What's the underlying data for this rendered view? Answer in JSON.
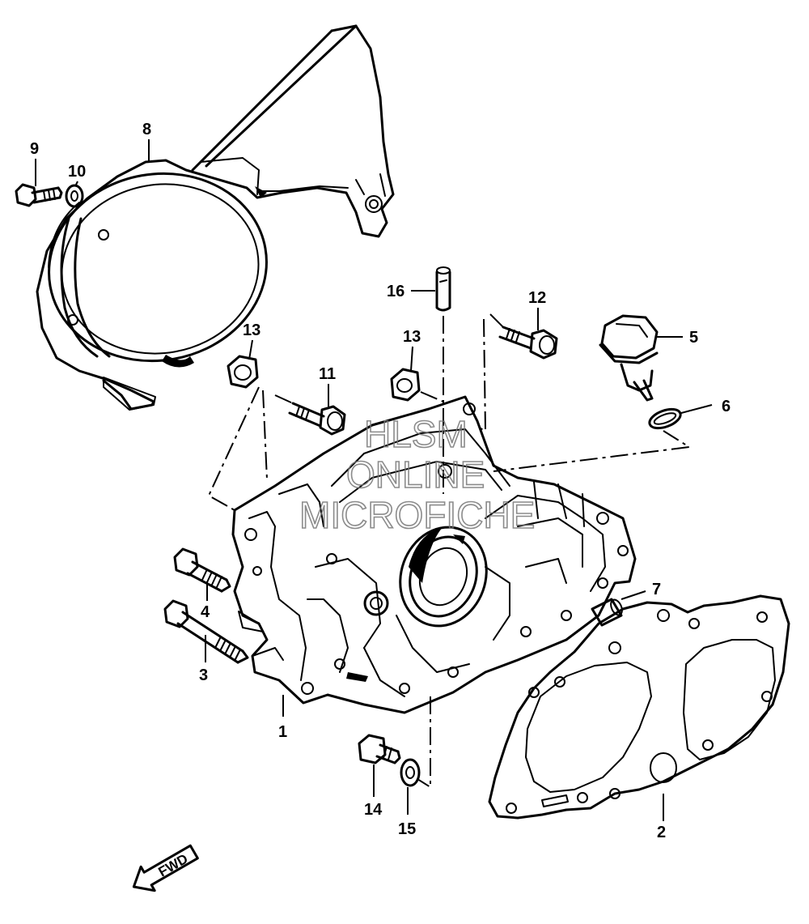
{
  "diagram": {
    "callouts": [
      "1",
      "2",
      "3",
      "4",
      "5",
      "6",
      "7",
      "8",
      "9",
      "10",
      "11",
      "12",
      "13",
      "13",
      "14",
      "15",
      "16"
    ],
    "watermark": [
      "HLSM",
      "ONLINE",
      "MICROFICHE"
    ],
    "direction_label": "FWD"
  }
}
